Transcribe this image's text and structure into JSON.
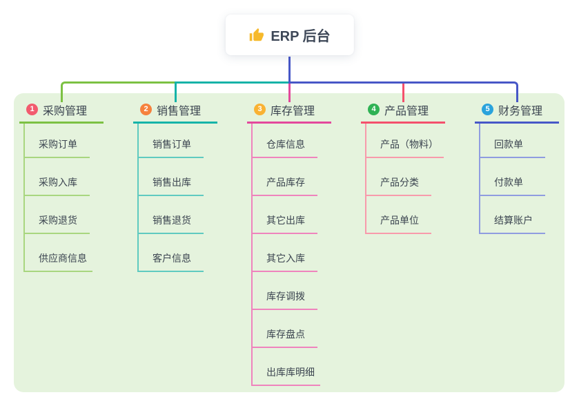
{
  "root": {
    "icon_name": "thumbs-up-icon",
    "icon_color": "#f6b92b",
    "label": "ERP 后台"
  },
  "colors": {
    "panel_bg": "#e5f3dd",
    "root_stem": "#4757c7",
    "text": "#3b4450"
  },
  "branches": [
    {
      "num": "1",
      "label": "采购管理",
      "badge_color": "#f25b6e",
      "line_color": "#7cc143",
      "sub_line_color": "#a8d67f",
      "items": [
        "采购订单",
        "采购入库",
        "采购退货",
        "供应商信息"
      ]
    },
    {
      "num": "2",
      "label": "销售管理",
      "badge_color": "#f6813d",
      "line_color": "#15b3a8",
      "sub_line_color": "#5fcac0",
      "items": [
        "销售订单",
        "销售出库",
        "销售退货",
        "客户信息"
      ]
    },
    {
      "num": "3",
      "label": "库存管理",
      "badge_color": "#f9b233",
      "line_color": "#e3489c",
      "sub_line_color": "#ef83bd",
      "items": [
        "仓库信息",
        "产品库存",
        "其它出库",
        "其它入库",
        "库存调拨",
        "库存盘点",
        "出库库明细"
      ]
    },
    {
      "num": "4",
      "label": "产品管理",
      "badge_color": "#2fb254",
      "line_color": "#f4506c",
      "sub_line_color": "#f89aab",
      "items": [
        "产品（物料）",
        "产品分类",
        "产品单位"
      ]
    },
    {
      "num": "5",
      "label": "财务管理",
      "badge_color": "#2aa3dc",
      "line_color": "#4757c7",
      "sub_line_color": "#8f9ce0",
      "items": [
        "回款单",
        "付款单",
        "结算账户"
      ]
    }
  ]
}
